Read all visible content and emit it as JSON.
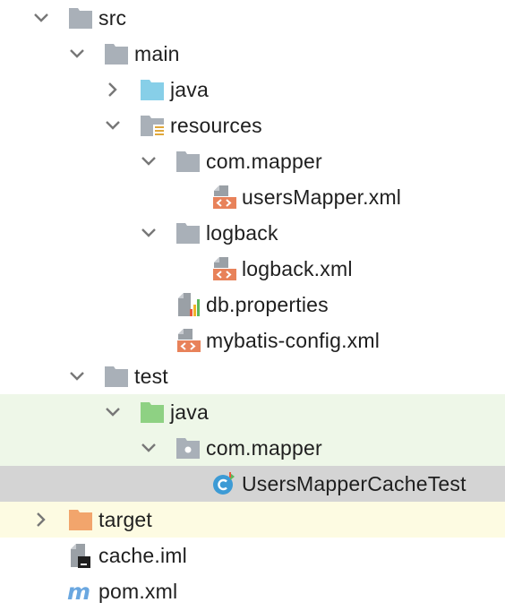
{
  "tree": {
    "nodes": [
      {
        "id": "src",
        "label": "src",
        "depth": 0,
        "toggle": "expanded",
        "icon": "folder-icon"
      },
      {
        "id": "main",
        "label": "main",
        "depth": 1,
        "toggle": "expanded",
        "icon": "folder-icon"
      },
      {
        "id": "main-java",
        "label": "java",
        "depth": 2,
        "toggle": "collapsed",
        "icon": "source-folder-icon"
      },
      {
        "id": "resources",
        "label": "resources",
        "depth": 2,
        "toggle": "expanded",
        "icon": "resources-folder-icon"
      },
      {
        "id": "res-com-mapper",
        "label": "com.mapper",
        "depth": 3,
        "toggle": "expanded",
        "icon": "folder-icon"
      },
      {
        "id": "usersmapper-xml",
        "label": "usersMapper.xml",
        "depth": 4,
        "toggle": "none",
        "icon": "xml-file-icon"
      },
      {
        "id": "logback",
        "label": "logback",
        "depth": 3,
        "toggle": "expanded",
        "icon": "folder-icon"
      },
      {
        "id": "logback-xml",
        "label": "logback.xml",
        "depth": 4,
        "toggle": "none",
        "icon": "xml-file-icon"
      },
      {
        "id": "db-properties",
        "label": "db.properties",
        "depth": 3,
        "toggle": "none",
        "icon": "properties-file-icon"
      },
      {
        "id": "mybatis-config-xml",
        "label": "mybatis-config.xml",
        "depth": 3,
        "toggle": "none",
        "icon": "xml-file-icon"
      },
      {
        "id": "test",
        "label": "test",
        "depth": 1,
        "toggle": "expanded",
        "icon": "folder-icon"
      },
      {
        "id": "test-java",
        "label": "java",
        "depth": 2,
        "toggle": "expanded",
        "icon": "test-source-folder-icon",
        "state": "test"
      },
      {
        "id": "test-com-mapper",
        "label": "com.mapper",
        "depth": 3,
        "toggle": "expanded",
        "icon": "package-icon",
        "state": "test"
      },
      {
        "id": "usersmappercachetest",
        "label": "UsersMapperCacheTest",
        "depth": 4,
        "toggle": "none",
        "icon": "test-class-icon",
        "state": "selected"
      },
      {
        "id": "target",
        "label": "target",
        "depth": 0,
        "toggle": "collapsed",
        "icon": "excluded-folder-icon",
        "state": "excluded"
      },
      {
        "id": "cache-iml",
        "label": "cache.iml",
        "depth": 0,
        "toggle": "none",
        "icon": "iml-file-icon"
      },
      {
        "id": "pom-xml",
        "label": "pom.xml",
        "depth": 0,
        "toggle": "none",
        "icon": "maven-icon"
      }
    ]
  },
  "colors": {
    "folder": "#a9b0b8",
    "source_folder": "#87cfe8",
    "test_folder": "#8ed183",
    "excluded_folder": "#f2a56c",
    "xml_badge": "#e8825a",
    "test_row_bg": "#eef7e8",
    "selected_row_bg": "#d4d4d4",
    "excluded_row_bg": "#fdfbe2",
    "maven": "#6aa7e0",
    "class_icon": "#3d9bd5"
  }
}
